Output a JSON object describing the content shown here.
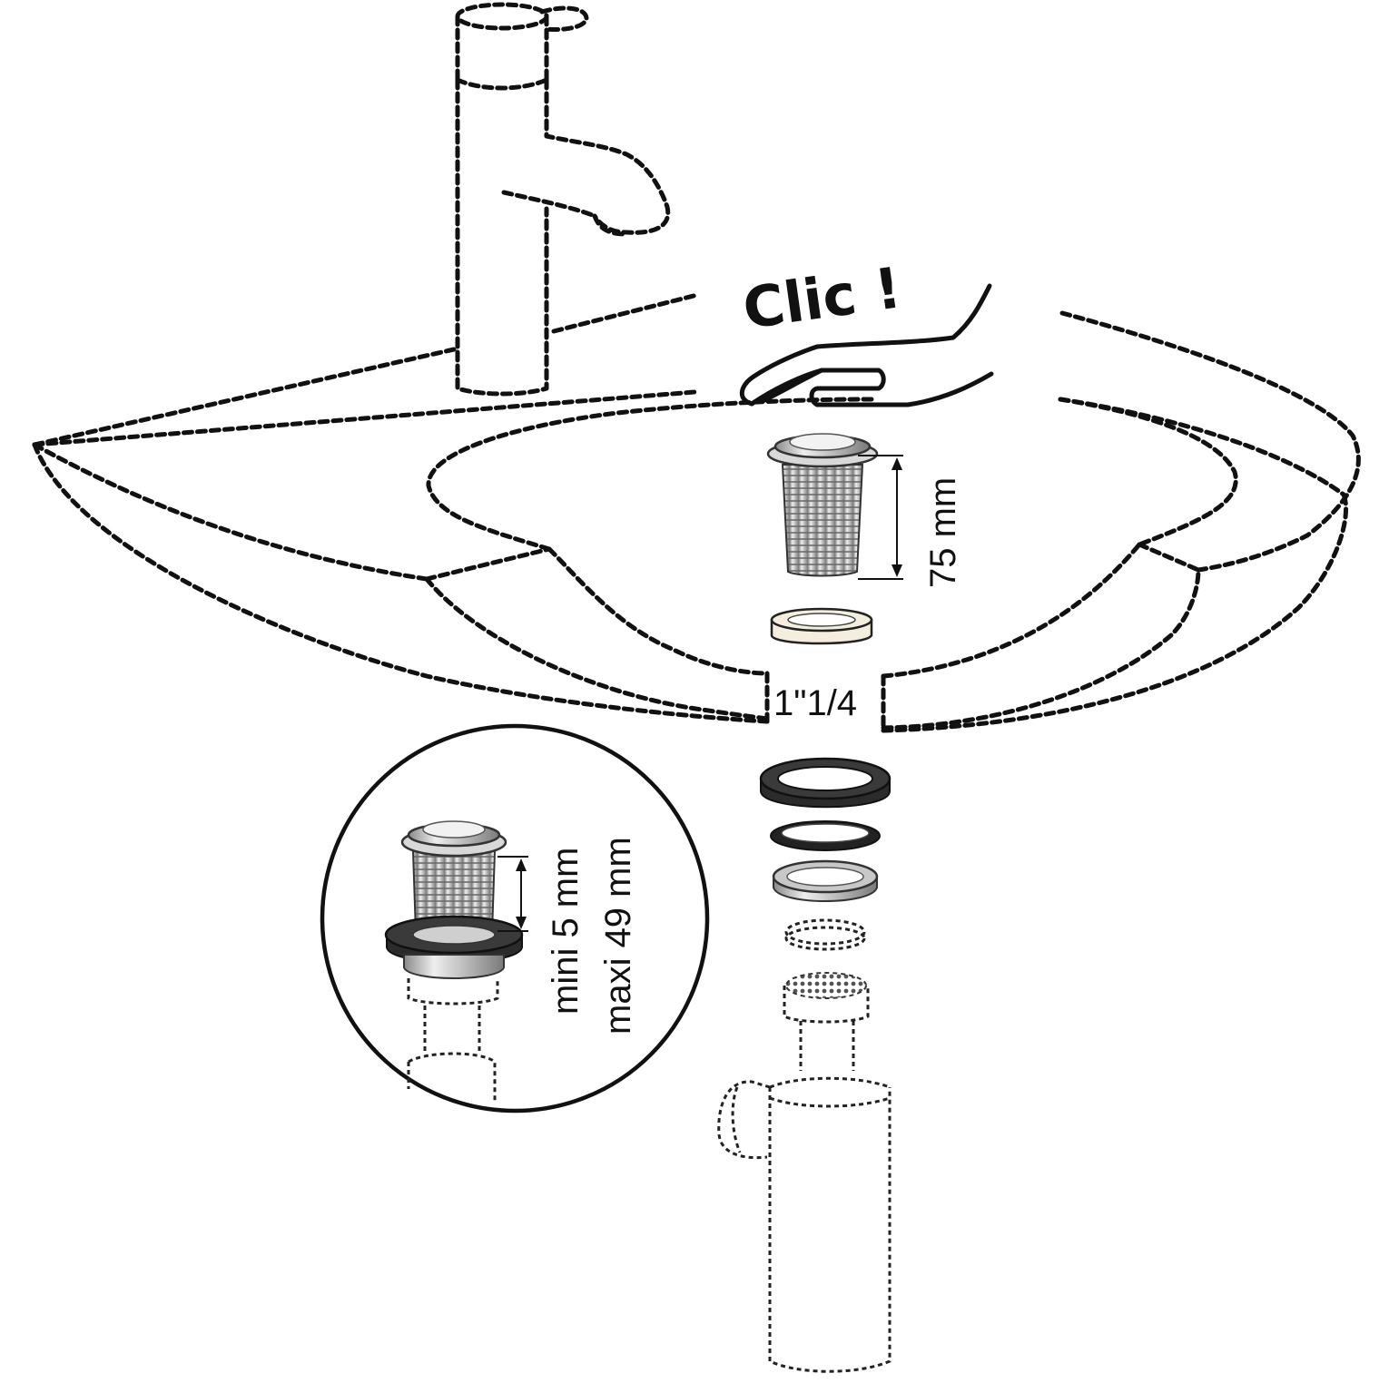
{
  "labels": {
    "clic": "Clic !",
    "height": "75 mm",
    "thread": "1\"1/4",
    "adjust_min": "mini 5 mm",
    "adjust_max": "maxi 49 mm"
  },
  "colors": {
    "outline": "#111111",
    "chrome_light": "#e6e6e6",
    "chrome_mid": "#b4b4b4",
    "chrome_dark": "#7a7a7a",
    "gasket_dark": "#2b2b2b",
    "washer_cream": "#f3eede"
  },
  "icons": {
    "hand": "hand-press-icon",
    "faucet": "faucet-outline",
    "basin": "washbasin-outline",
    "drain": "pop-up-drain-valve",
    "trap": "bottle-trap-outline"
  }
}
